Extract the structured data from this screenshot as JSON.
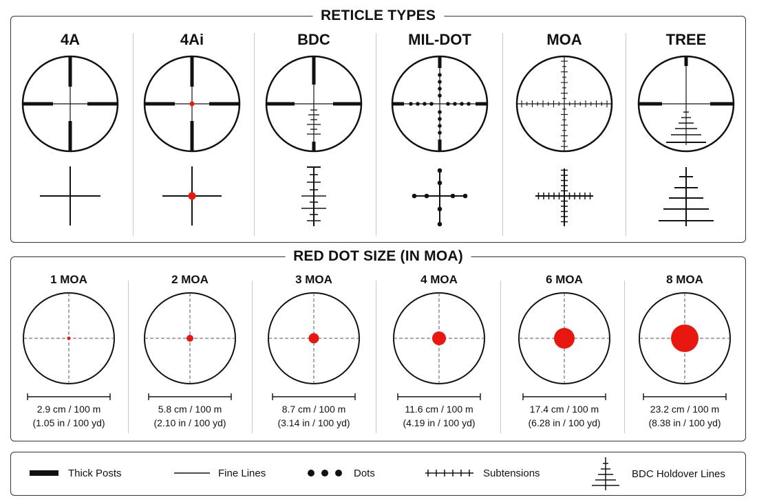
{
  "reticle_section": {
    "title": "RETICLE TYPES",
    "reticles": [
      {
        "key": "4a",
        "label": "4A"
      },
      {
        "key": "4ai",
        "label": "4Ai"
      },
      {
        "key": "bdc",
        "label": "BDC"
      },
      {
        "key": "mildot",
        "label": "MIL-DOT"
      },
      {
        "key": "moa",
        "label": "MOA"
      },
      {
        "key": "tree",
        "label": "TREE"
      }
    ]
  },
  "dot_section": {
    "title": "RED DOT SIZE (IN MOA)",
    "dots": [
      {
        "label": "1 MOA",
        "moa": 1,
        "metric": "2.9 cm / 100 m",
        "imperial": "(1.05 in / 100 yd)"
      },
      {
        "label": "2 MOA",
        "moa": 2,
        "metric": "5.8 cm / 100 m",
        "imperial": "(2.10 in / 100 yd)"
      },
      {
        "label": "3 MOA",
        "moa": 3,
        "metric": "8.7 cm / 100 m",
        "imperial": "(3.14 in / 100 yd)"
      },
      {
        "label": "4 MOA",
        "moa": 4,
        "metric": "11.6 cm / 100 m",
        "imperial": "(4.19 in / 100 yd)"
      },
      {
        "label": "6 MOA",
        "moa": 6,
        "metric": "17.4 cm / 100 m",
        "imperial": "(6.28 in / 100 yd)"
      },
      {
        "label": "8 MOA",
        "moa": 8,
        "metric": "23.2 cm / 100 m",
        "imperial": "(8.38 in / 100 yd)"
      }
    ]
  },
  "legend": {
    "items": [
      {
        "icon": "thick-posts-icon",
        "label": "Thick Posts"
      },
      {
        "icon": "fine-lines-icon",
        "label": "Fine Lines"
      },
      {
        "icon": "dots-icon",
        "label": "Dots"
      },
      {
        "icon": "subtensions-icon",
        "label": "Subtensions"
      },
      {
        "icon": "bdc-holdover-icon",
        "label": "BDC Holdover Lines"
      }
    ]
  },
  "colors": {
    "red_dot": "#e8170f",
    "line": "#111111",
    "border": "#333333",
    "separator": "#c8c8c8"
  }
}
